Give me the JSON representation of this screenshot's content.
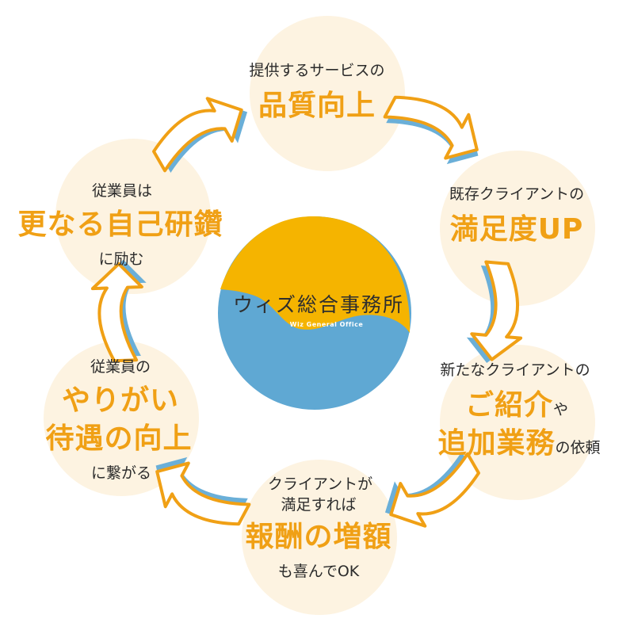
{
  "logo": {
    "name": "ウィズ総合事務所",
    "subtitle": "Wiz General Office",
    "colors": {
      "top": "#f5b400",
      "bottom": "#5fa8d3"
    }
  },
  "colors": {
    "accent": "#f0a015",
    "circle": "#fdf3e1",
    "arrow_fill": "#ffffff",
    "arrow_outline": "#f0a015",
    "arrow_shadow": "#6aafd8",
    "text": "#2b2b2b"
  },
  "steps": [
    {
      "pre": "提供するサービスの",
      "highlight": "品質向上"
    },
    {
      "pre": "既存クライアントの",
      "highlight": "満足度UP"
    },
    {
      "pre": "新たなクライアントの",
      "highlight1": "ご紹介",
      "suffix1": "や",
      "highlight2": "追加業務",
      "suffix2": "の依頼"
    },
    {
      "pre1": "クライアントが",
      "pre2": "満足すれば",
      "highlight": "報酬の増額",
      "post": "も喜んでOK"
    },
    {
      "pre": "従業員の",
      "highlight1": "やりがい",
      "highlight2": "待遇の向上",
      "post": "に繋がる"
    },
    {
      "pre": "従業員は",
      "highlight": "更なる自己研鑽",
      "post": "に励む"
    }
  ]
}
